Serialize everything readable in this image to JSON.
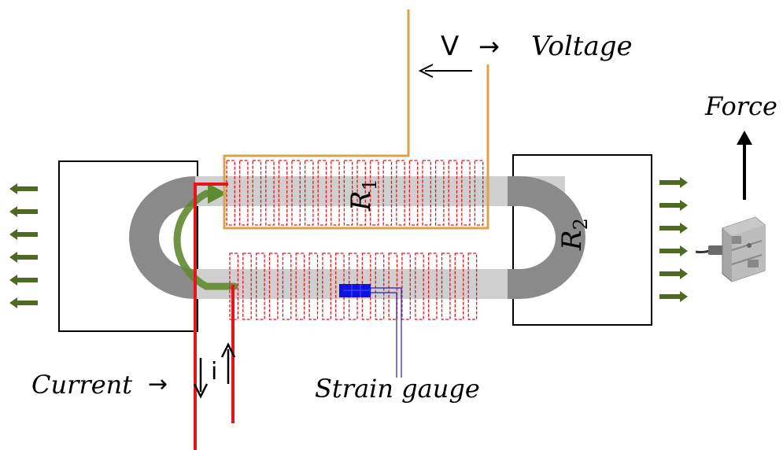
{
  "labels": {
    "voltage_symbol": "V",
    "voltage_arrow": "→",
    "voltage_text": "Voltage",
    "force_text": "Force",
    "current_text": "Current",
    "current_arrow": "→",
    "current_symbol": "i",
    "strain_gauge_text": "Strain gauge",
    "r1_letter": "R",
    "r1_sub": "1",
    "r2_letter": "R",
    "r2_sub": "2"
  },
  "colors": {
    "current_wire": "#e8141b",
    "voltage_wire": "#dca44a",
    "coil_dash": "#e8141b",
    "loop_grey": "#8a8a8a",
    "loop_light": "#cfcfcf",
    "green_arrow": "#4e6a22",
    "gauge_blue": "#1010e0"
  },
  "icons": {
    "load_cell": "s-type-load-cell-icon"
  }
}
